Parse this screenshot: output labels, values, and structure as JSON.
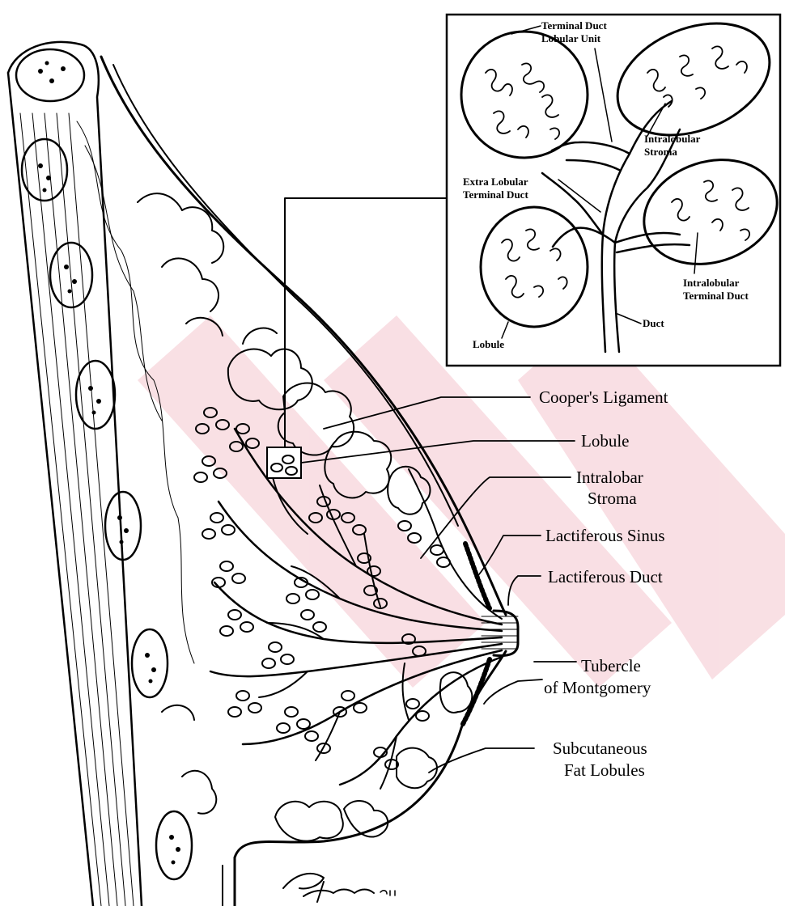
{
  "inset": {
    "labels": {
      "tdlu_line1": "Terminal Duct",
      "tdlu_line2": "Lobular Unit",
      "intralobular_stroma_line1": "Intralobular",
      "intralobular_stroma_line2": "Stroma",
      "extra_lobular_line1": "Extra Lobular",
      "extra_lobular_line2": "Terminal Duct",
      "intralobular_duct_line1": "Intralobular",
      "intralobular_duct_line2": "Terminal Duct",
      "duct": "Duct",
      "lobule": "Lobule"
    }
  },
  "main": {
    "labels": {
      "coopers_ligament": "Cooper's Ligament",
      "lobule": "Lobule",
      "intralobar_stroma_line1": "Intralobar",
      "intralobar_stroma_line2": "Stroma",
      "lactiferous_sinus": "Lactiferous Sinus",
      "lactiferous_duct": "Lactiferous Duct",
      "tubercle_line1": "Tubercle",
      "tubercle_line2": "of Montgomery",
      "subcutaneous_line1": "Subcutaneous",
      "subcutaneous_line2": "Fat Lobules"
    }
  },
  "colors": {
    "ink": "#000000",
    "watermark": "#f7d5db",
    "background": "#ffffff"
  }
}
